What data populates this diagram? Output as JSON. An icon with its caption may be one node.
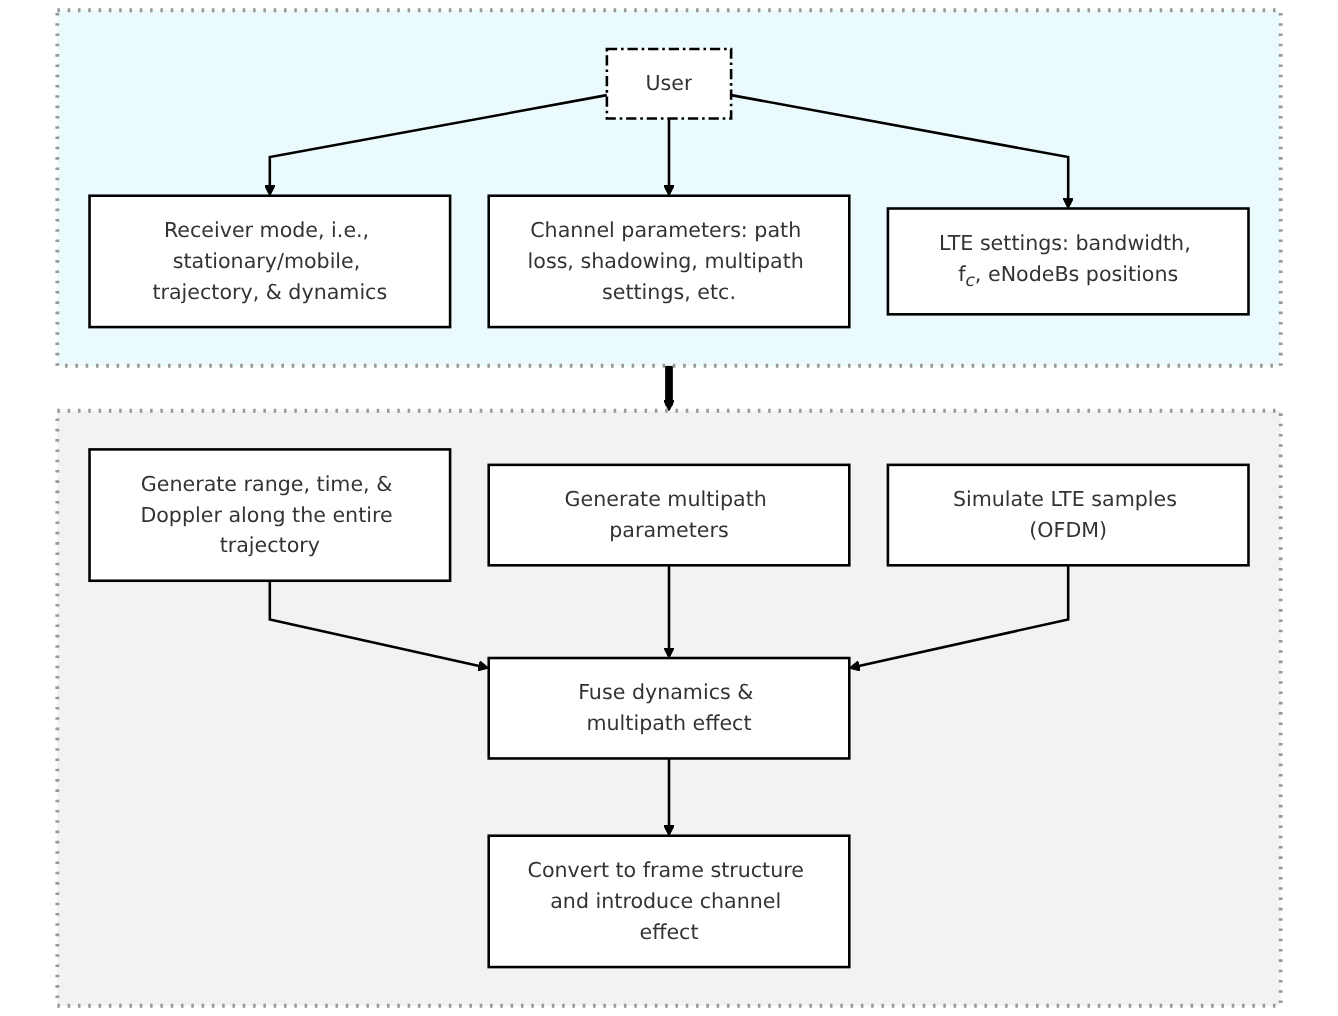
{
  "diagram": {
    "nodes": [
      {
        "text": [],
        "shape": "box"
      },
      {
        "text": [
          "User"
        ],
        "in": 0
      },
      {
        "text": [
          "Receiver mode, i.e., stationary/mobile, trajectory, & dynamics"
        ],
        "in": 0
      },
      {
        "text": [
          "Channel parameters: path loss, shadowing, multipath settings, etc."
        ],
        "in": 0
      },
      {
        "text": [
          "LTE settings: bandwidth, f$_{c}$, eNodeBs positions"
        ],
        "in": 0
      },
      {
        "text": [],
        "shape": "box"
      },
      {
        "text": [
          "Generate range, time, & Doppler along the entire trajectory"
        ],
        "in": 5
      },
      {
        "text": [
          "Generate multipath parameters"
        ],
        "in": 5
      },
      {
        "text": [
          "Simulate LTE samples (OFDM)"
        ],
        "in": 5
      },
      {
        "text": [
          "Fuse dynamics & multipath effect"
        ],
        "in": 5
      },
      {
        "text": [
          "Convert to frame structure and introduce channel effect"
        ],
        "in": 5
      }
    ],
    "edges": [
      {
        "from": 1,
        "to": 2,
        "arrow": "to"
      },
      {
        "from": 1,
        "to": 3,
        "arrow": "to"
      },
      {
        "from": 1,
        "to": 4,
        "arrow": "to"
      },
      {
        "from": 0,
        "to": 5,
        "arrow": "to",
        "style": "thick"
      },
      {
        "from": 6,
        "to": 9,
        "arrow": "to"
      },
      {
        "from": 7,
        "to": 9,
        "arrow": "to"
      },
      {
        "from": 8,
        "to": 9,
        "arrow": "to"
      },
      {
        "from": 9,
        "to": 10,
        "arrow": "to"
      }
    ]
  }
}
